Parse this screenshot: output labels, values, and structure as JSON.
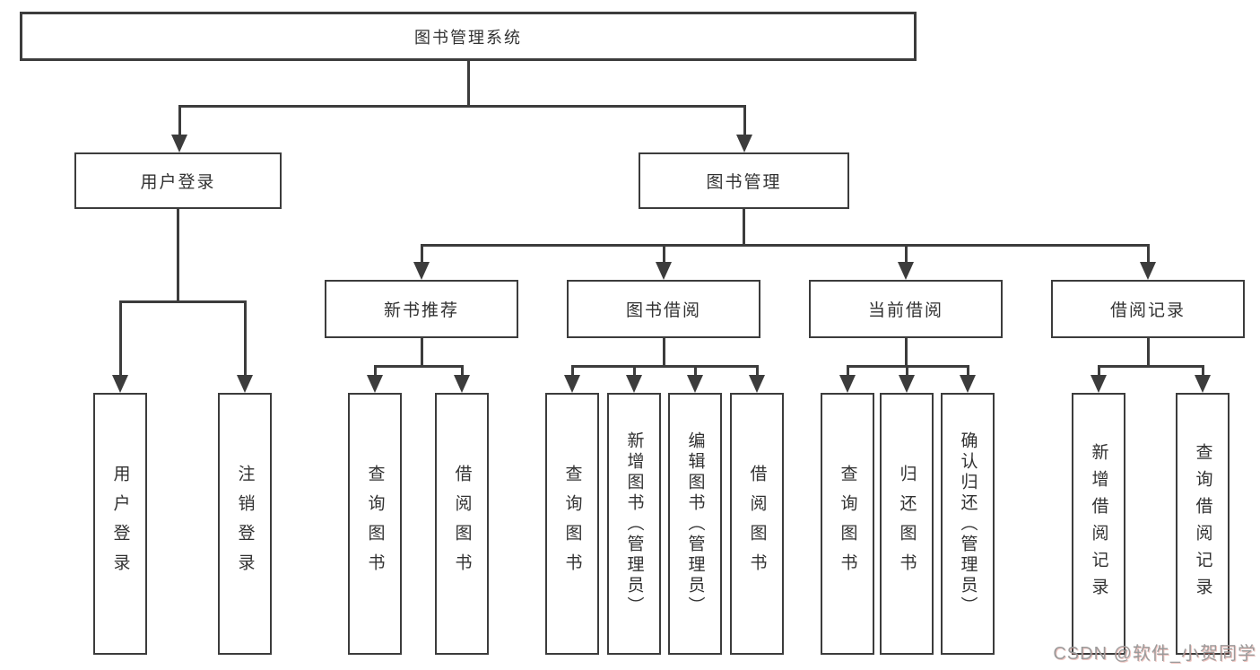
{
  "diagram_title": "图书管理系统",
  "tree": {
    "label": "图书管理系统",
    "children": [
      {
        "label": "用户登录",
        "children": [
          {
            "label": "用户登录"
          },
          {
            "label": "注销登录"
          }
        ]
      },
      {
        "label": "图书管理",
        "children": [
          {
            "label": "新书推荐",
            "children": [
              {
                "label": "查询图书"
              },
              {
                "label": "借阅图书"
              }
            ]
          },
          {
            "label": "图书借阅",
            "children": [
              {
                "label": "查询图书"
              },
              {
                "label": "新增图书（管理员）"
              },
              {
                "label": "编辑图书（管理员）"
              },
              {
                "label": "借阅图书"
              }
            ]
          },
          {
            "label": "当前借阅",
            "children": [
              {
                "label": "查询图书"
              },
              {
                "label": "归还图书"
              },
              {
                "label": "确认归还（管理员）"
              }
            ]
          },
          {
            "label": "借阅记录",
            "children": [
              {
                "label": "新增借阅记录"
              },
              {
                "label": "查询借阅记录"
              }
            ]
          }
        ]
      }
    ]
  },
  "watermark": {
    "text": "CSDN @软件_小贺同学"
  },
  "colors": {
    "line": "#3c3c3c",
    "text": "#323232",
    "background": "#ffffff",
    "watermark": "#9b9b9b"
  }
}
